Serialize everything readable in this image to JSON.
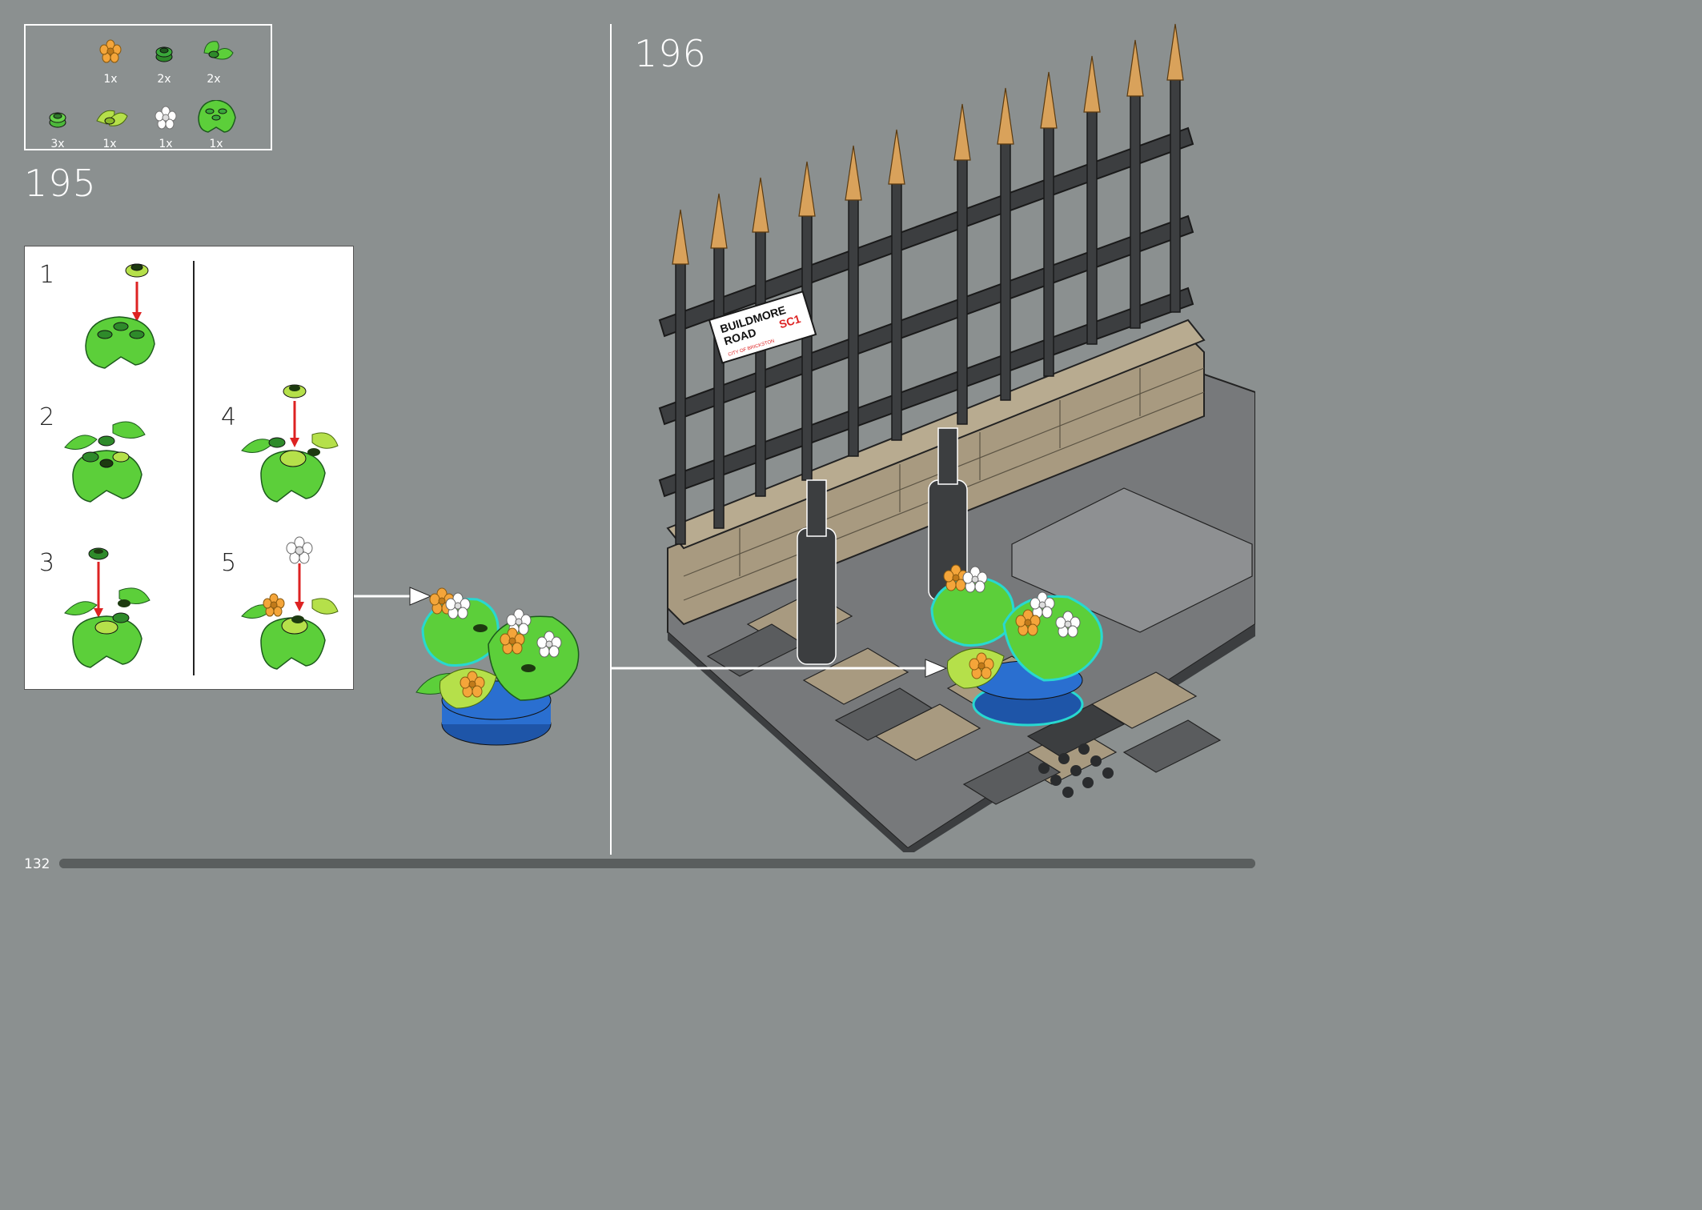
{
  "parts_list": [
    {
      "icon": "orange-flower-icon",
      "qty": "1x"
    },
    {
      "icon": "dark-green-round-plate-icon",
      "qty": "2x"
    },
    {
      "icon": "green-leaf-icon",
      "qty": "2x"
    },
    {
      "icon": "green-round-plate-icon",
      "qty": "3x"
    },
    {
      "icon": "lime-leaf-icon",
      "qty": "1x"
    },
    {
      "icon": "white-flower-icon",
      "qty": "1x"
    },
    {
      "icon": "large-green-leaf-plate-icon",
      "qty": "1x"
    }
  ],
  "step_a": {
    "number": "195"
  },
  "step_b": {
    "number": "196"
  },
  "substeps": [
    "1",
    "2",
    "3",
    "4",
    "5"
  ],
  "sign": {
    "line1": "BUILDMORE",
    "line2": "ROAD",
    "code": "SC1",
    "city": "CITY OF BRICKSTON"
  },
  "page_number": "132",
  "progress": {
    "fraction": 1.0
  },
  "colors": {
    "background": "#8b9090",
    "flower_orange": "#f4a53a",
    "leaf_green": "#5ccf3a",
    "pot_blue": "#2a6fd0",
    "spike_gold": "#d9a25b",
    "stone_tan": "#a89a80"
  }
}
